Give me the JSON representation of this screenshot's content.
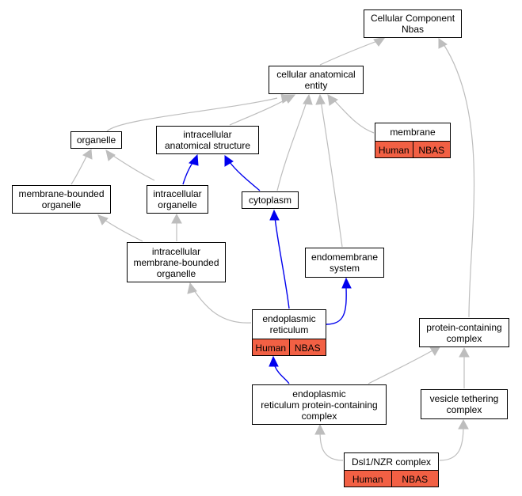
{
  "colors": {
    "is_a_edge": "#bdbdbd",
    "part_of_edge": "#0000ee",
    "annotation_fill": "#f26044",
    "node_border": "#000000"
  },
  "nodes": {
    "cc_nbas": {
      "label": "Cellular Component\nNbas"
    },
    "cellular_anatomical_entity": {
      "label": "cellular anatomical\nentity"
    },
    "organelle": {
      "label": "organelle"
    },
    "intracellular_anatomical_structure": {
      "label": "intracellular\nanatomical structure"
    },
    "membrane": {
      "label": "membrane",
      "tags": [
        "Human",
        "NBAS"
      ]
    },
    "membrane_bounded_organelle": {
      "label": "membrane-bounded\norganelle"
    },
    "intracellular_organelle": {
      "label": "intracellular\norganelle"
    },
    "cytoplasm": {
      "label": "cytoplasm"
    },
    "intracellular_membrane_bounded_organelle": {
      "label": "intracellular\nmembrane-bounded\norganelle"
    },
    "endomembrane_system": {
      "label": "endomembrane\nsystem"
    },
    "endoplasmic_reticulum": {
      "label": "endoplasmic\nreticulum",
      "tags": [
        "Human",
        "NBAS"
      ]
    },
    "protein_containing_complex": {
      "label": "protein-containing\ncomplex"
    },
    "er_protein_containing_complex": {
      "label": "endoplasmic\nreticulum protein-containing\ncomplex"
    },
    "vesicle_tethering_complex": {
      "label": "vesicle tethering\ncomplex"
    },
    "dsl1_nzr_complex": {
      "label": "Dsl1/NZR complex",
      "tags": [
        "Human",
        "NBAS"
      ]
    }
  },
  "edges": [
    {
      "from": "cellular_anatomical_entity",
      "to": "cc_nbas",
      "type": "is_a"
    },
    {
      "from": "protein_containing_complex",
      "to": "cc_nbas",
      "type": "is_a"
    },
    {
      "from": "organelle",
      "to": "cellular_anatomical_entity",
      "type": "is_a"
    },
    {
      "from": "intracellular_anatomical_structure",
      "to": "cellular_anatomical_entity",
      "type": "is_a"
    },
    {
      "from": "membrane",
      "to": "cellular_anatomical_entity",
      "type": "is_a"
    },
    {
      "from": "cytoplasm",
      "to": "cellular_anatomical_entity",
      "type": "is_a"
    },
    {
      "from": "endomembrane_system",
      "to": "cellular_anatomical_entity",
      "type": "is_a"
    },
    {
      "from": "membrane_bounded_organelle",
      "to": "organelle",
      "type": "is_a"
    },
    {
      "from": "intracellular_organelle",
      "to": "organelle",
      "type": "is_a"
    },
    {
      "from": "intracellular_organelle",
      "to": "intracellular_anatomical_structure",
      "type": "part_of"
    },
    {
      "from": "cytoplasm",
      "to": "intracellular_anatomical_structure",
      "type": "part_of"
    },
    {
      "from": "intracellular_membrane_bounded_organelle",
      "to": "membrane_bounded_organelle",
      "type": "is_a"
    },
    {
      "from": "intracellular_membrane_bounded_organelle",
      "to": "intracellular_organelle",
      "type": "is_a"
    },
    {
      "from": "endoplasmic_reticulum",
      "to": "intracellular_membrane_bounded_organelle",
      "type": "is_a"
    },
    {
      "from": "endoplasmic_reticulum",
      "to": "cytoplasm",
      "type": "part_of"
    },
    {
      "from": "endoplasmic_reticulum",
      "to": "endomembrane_system",
      "type": "part_of"
    },
    {
      "from": "er_protein_containing_complex",
      "to": "endoplasmic_reticulum",
      "type": "part_of"
    },
    {
      "from": "er_protein_containing_complex",
      "to": "protein_containing_complex",
      "type": "is_a"
    },
    {
      "from": "vesicle_tethering_complex",
      "to": "protein_containing_complex",
      "type": "is_a"
    },
    {
      "from": "dsl1_nzr_complex",
      "to": "er_protein_containing_complex",
      "type": "is_a"
    },
    {
      "from": "dsl1_nzr_complex",
      "to": "vesicle_tethering_complex",
      "type": "is_a"
    }
  ]
}
